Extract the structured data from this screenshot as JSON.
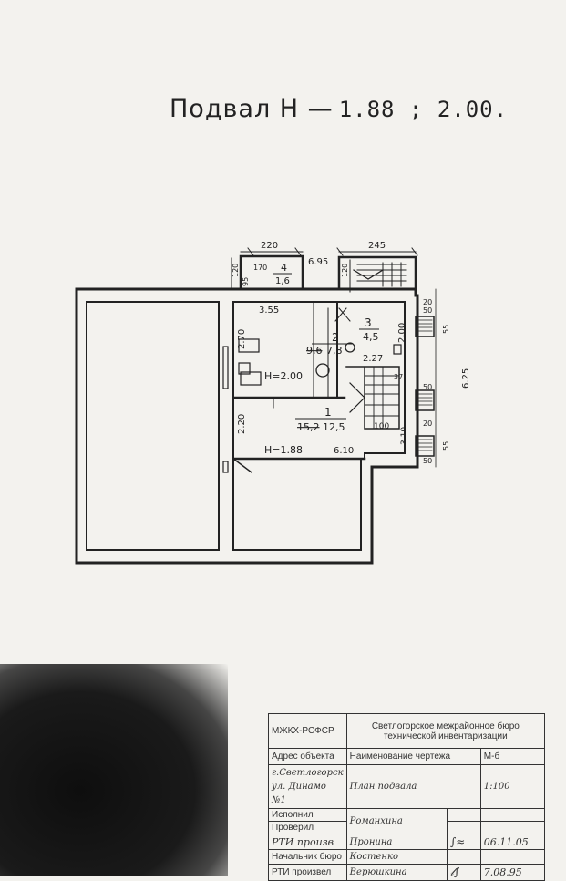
{
  "title": {
    "main": "Подвал Н —",
    "elev": "1.88 ; 2.00."
  },
  "rooms": [
    {
      "num": "1",
      "area_old": "15,2",
      "area": "12,5"
    },
    {
      "num": "2",
      "area_old": "9,6",
      "area": "7,8"
    },
    {
      "num": "3",
      "area": "4,5"
    },
    {
      "num": "4",
      "area": "1,6"
    }
  ],
  "heights": {
    "h1": "Н=1.88",
    "h2": "Н=2.00"
  },
  "dims": {
    "top_220": "220",
    "top_245": "245",
    "top_695": "6.95",
    "d_170": "170",
    "d_95": "95",
    "d_120": "120",
    "d_120b": "120",
    "d_355": "3.55",
    "d_270": "2.70",
    "d_200": "2.00",
    "d_227": "2.27",
    "d_220": "2.20",
    "d_610": "6.10",
    "d_100": "100",
    "d_310": "3.10",
    "d_625": "6.25",
    "d_20a": "20",
    "d_50a": "50",
    "d_55a": "55",
    "d_20b": "20",
    "d_50b": "50",
    "d_55b": "55",
    "d_37": "37",
    "d_50c": "50"
  },
  "stamp": {
    "org_left": "МЖКХ-РСФСР",
    "org_right": "Светлогорское межрайонное бюро технической инвентаризации",
    "h_address": "Адрес объекта",
    "h_name": "Наименование чертежа",
    "h_scale": "М-б",
    "address_1": "г.Светлогорск",
    "address_2": "ул. Динамо №1",
    "drawing_name": "План подвала",
    "scale": "1:100",
    "r1_role": "Исполнил",
    "r2_role": "Проверил",
    "r3_role": "РТИ произв",
    "r4_role": "Начальник бюро",
    "r5_role": "РТИ произвел",
    "r2_name": "Романхина",
    "r3_name": "Пронина",
    "r4_name": "Костенко",
    "r5_name": "Верюшкина",
    "r3_date": "06.11.05",
    "r5_date": "7.08.95"
  }
}
